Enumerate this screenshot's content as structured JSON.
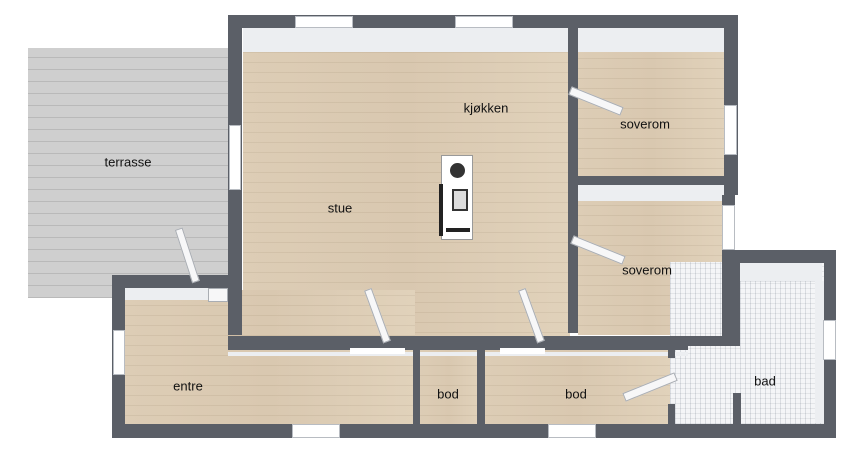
{
  "plan": {
    "rooms": [
      {
        "id": "kjokken",
        "label": "kjøkken"
      },
      {
        "id": "soverom1",
        "label": "soverom"
      },
      {
        "id": "terrasse",
        "label": "terrasse"
      },
      {
        "id": "stue",
        "label": "stue"
      },
      {
        "id": "soverom2",
        "label": "soverom"
      },
      {
        "id": "bad",
        "label": "bad"
      },
      {
        "id": "entre",
        "label": "entre"
      },
      {
        "id": "bod1",
        "label": "bod"
      },
      {
        "id": "bod2",
        "label": "bod"
      }
    ],
    "colors": {
      "wall": "#5b5f67",
      "wood_floor": "#dccbb2",
      "terrace": "#c9c9c9",
      "tile": "#f1f2f4"
    },
    "objects": [
      "kitchen-island",
      "cooktop",
      "oven",
      "sink"
    ]
  }
}
